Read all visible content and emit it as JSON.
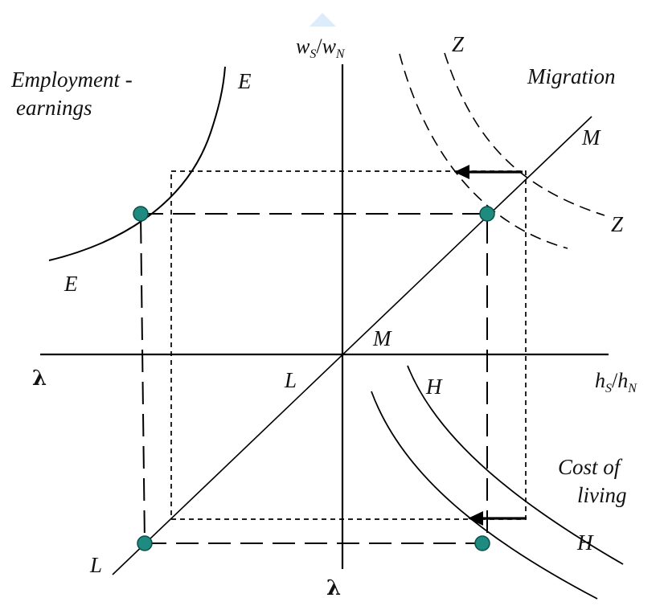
{
  "labels": {
    "employment_line1": "Employment -",
    "employment_line2": "earnings",
    "migration": "Migration",
    "cost_line1": "Cost of",
    "cost_line2": "living",
    "curve_e_top": "E",
    "curve_e_bottom": "E",
    "curve_z_top": "Z",
    "curve_z_bottom": "Z",
    "curve_m_top": "M",
    "curve_m_origin": "M",
    "curve_l_mid": "L",
    "curve_l_bottom": "L",
    "curve_h_top": "H",
    "curve_h_bottom": "H",
    "lambda_left": "λ",
    "lambda_bottom": "λ"
  },
  "axes": {
    "y_main": "w",
    "y_main_sub": "S",
    "y_den": "w",
    "y_den_sub": "N",
    "x_main": "h",
    "x_main_sub": "S",
    "x_den": "h",
    "x_den_sub": "N"
  },
  "colors": {
    "point_fill": "#1f8a80",
    "point_stroke": "#0d4f4a",
    "top_marker": "#dcecfa"
  }
}
